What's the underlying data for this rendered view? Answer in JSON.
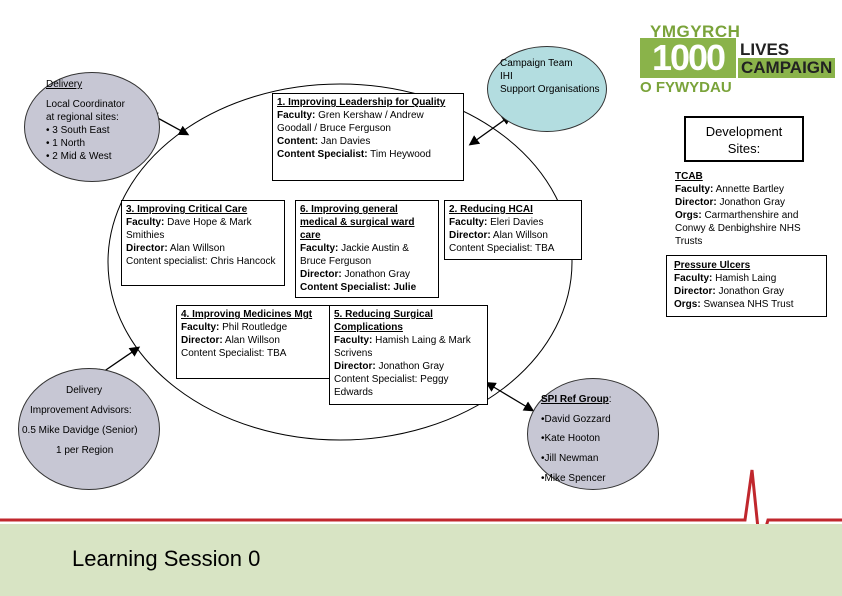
{
  "logo": {
    "top": "YMGYRCH",
    "number": "1000",
    "lives": "LIVES",
    "campaign": "CAMPAIGN",
    "bottom": "O FYWYDAU"
  },
  "campaign_team": {
    "lines": [
      "Campaign Team",
      "IHI",
      "Support Organisations"
    ]
  },
  "delivery_top": {
    "title": "Delivery",
    "lines": [
      "Local Coordinator",
      "at regional sites:",
      "• 3 South East",
      "• 1 North",
      "• 2 Mid & West"
    ]
  },
  "box1": {
    "title": "1. Improving Leadership for Quality",
    "faculty_label": "Faculty:",
    "faculty": " Gren Kershaw / Andrew Goodall / Bruce Ferguson",
    "content_label": "Content:",
    "content": " Jan Davies",
    "specialist_label": "Content Specialist:",
    "specialist": " Tim Heywood"
  },
  "box3": {
    "title": "3. Improving Critical Care",
    "faculty_label": "Faculty:",
    "faculty": " Dave Hope &  Mark Smithies",
    "director_label": "Director:",
    "director": " Alan Willson",
    "specialist": "Content  specialist: Chris Hancock"
  },
  "box6": {
    "title": "6. Improving general medical & surgical ward care",
    "faculty_label": "Faculty:",
    "faculty": " Jackie Austin & Bruce Ferguson",
    "director_label": "Director:",
    "director": " Jonathon Gray",
    "specialist_label": "Content Specialist:",
    "specialist": " Julie"
  },
  "box2": {
    "title": "2. Reducing HCAI",
    "faculty_label": "Faculty:",
    "faculty": " Eleri Davies",
    "director_label": "Director:",
    "director": " Alan Willson",
    "specialist": "Content Specialist: TBA"
  },
  "box4": {
    "title": "4. Improving Medicines Mgt",
    "faculty_label": "Faculty:",
    "faculty": " Phil Routledge",
    "director_label": "Director:",
    "director": " Alan Willson",
    "specialist": "Content Specialist: TBA"
  },
  "box5": {
    "title": "5. Reducing Surgical Complications",
    "faculty_label": "Faculty:",
    "faculty": " Hamish Laing & Mark Scrivens",
    "director_label": "Director:",
    "director": " Jonathon Gray",
    "specialist": "Content Specialist: Peggy Edwards"
  },
  "development_sites": {
    "label": "Development Sites:"
  },
  "tcab": {
    "title": "TCAB",
    "faculty_label": "Faculty:",
    "faculty": " Annette Bartley",
    "director_label": "Director:",
    "director": " Jonathon Gray",
    "orgs_label": "Orgs:",
    "orgs": " Carmarthenshire and Conwy & Denbighshire NHS Trusts"
  },
  "pressure": {
    "title": "Pressure Ulcers",
    "faculty_label": "Faculty:",
    "faculty": " Hamish Laing",
    "director_label": "Director:",
    "director": " Jonathon Gray",
    "orgs_label": "Orgs:",
    "orgs": " Swansea NHS Trust"
  },
  "delivery_bottom": {
    "title": "Delivery",
    "lines": [
      "Improvement Advisors:",
      "0.5 Mike Davidge (Senior)",
      "1 per Region"
    ]
  },
  "spi": {
    "title": "SPI Ref Group",
    "colon": ":",
    "members": [
      "•David Gozzard",
      "•Kate Hooton",
      "•Jill Newman",
      "•Mike Spencer"
    ]
  },
  "footer": {
    "title": "Learning Session 0"
  },
  "colors": {
    "circle_fill": "#b3dde0",
    "circle_grey": "#c7c7d4",
    "pulse_red": "#c0272d",
    "footer_bg": "#d8e4c4",
    "logo_green": "#8ab34a"
  }
}
